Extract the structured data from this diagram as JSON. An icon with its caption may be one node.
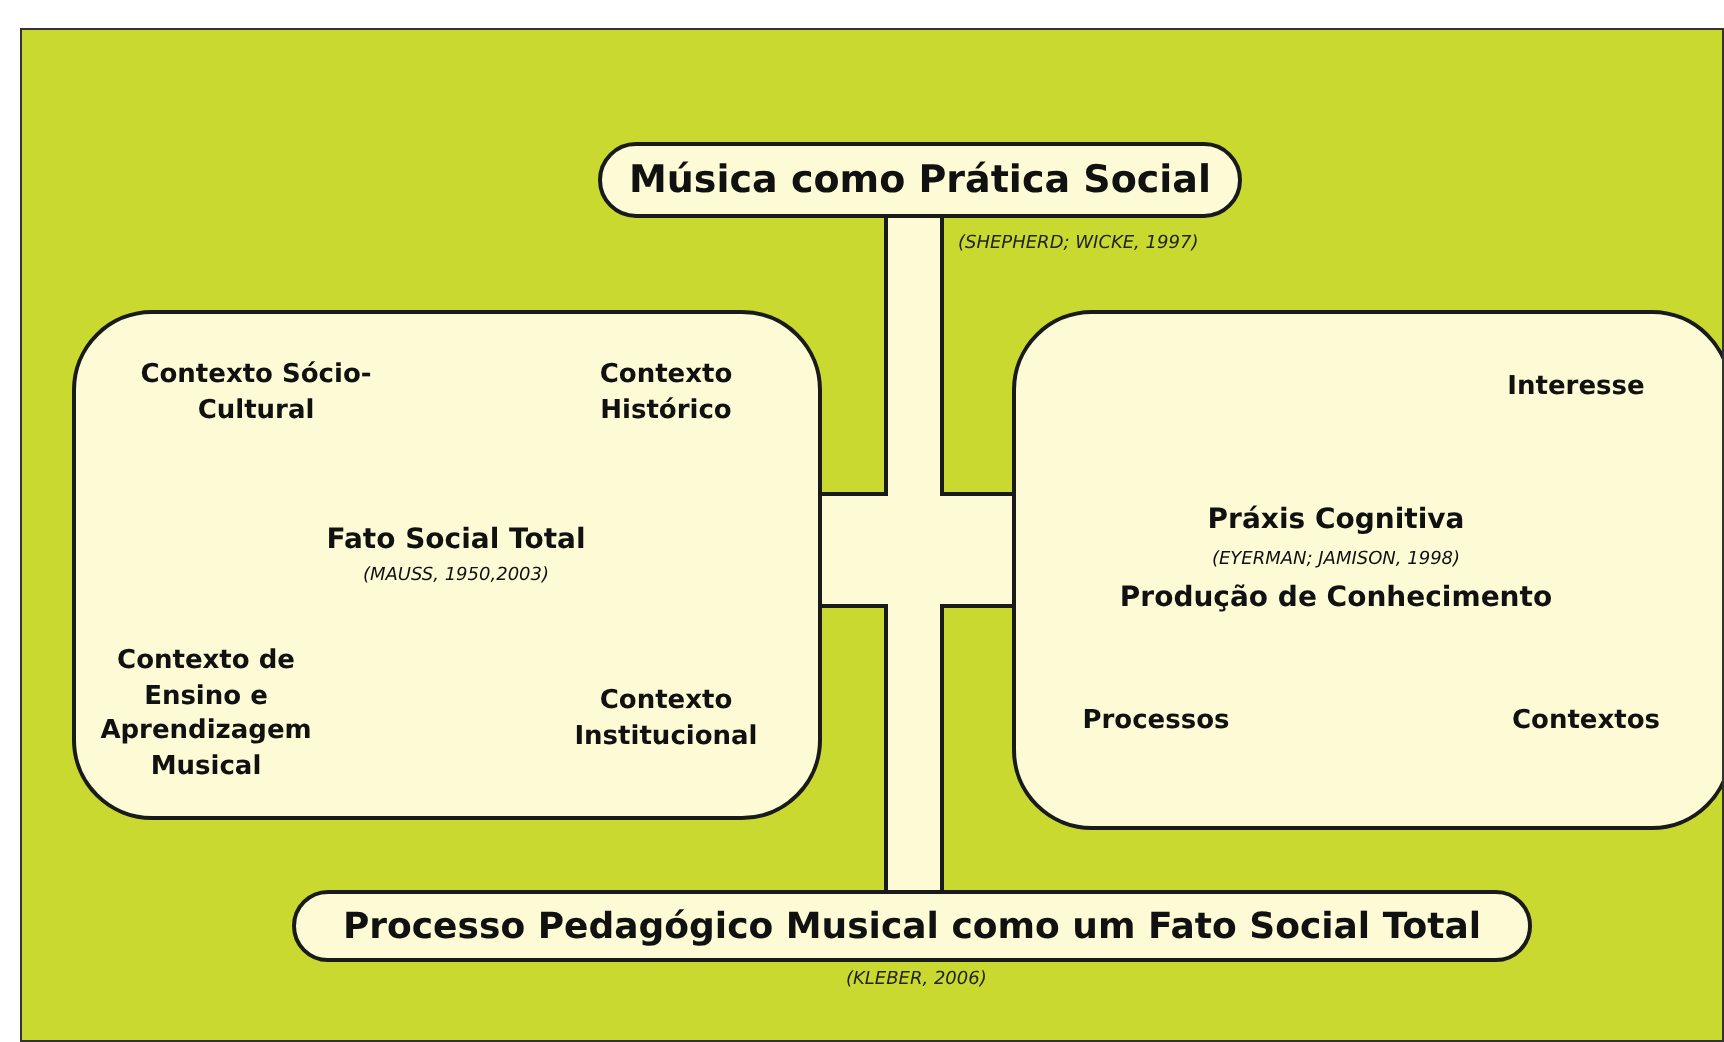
{
  "diagram": {
    "nodes": [
      {
        "text": [
          "Música como Prática Social"
        ],
        "beside": [
          "(SHEPHERD; WICKE, 1997)"
        ]
      },
      {
        "text": [
          "Fato Social Total",
          "(MAUSS, 1950,2003)"
        ]
      },
      {
        "text": [
          "Contexto Sócio-Cultural"
        ],
        "in": 1
      },
      {
        "text": [
          "Contexto Histórico"
        ],
        "in": 1
      },
      {
        "text": [
          "Contexto de Ensino e Aprendizagem Musical"
        ],
        "in": 1
      },
      {
        "text": [
          "Contexto Institucional"
        ],
        "in": 1
      },
      {
        "text": [
          "Práxis Cognitiva",
          "(EYERMAN; JAMISON, 1998)",
          "Produção de Conhecimento"
        ]
      },
      {
        "text": [
          "Interesse"
        ],
        "in": 6
      },
      {
        "text": [
          "Processos"
        ],
        "in": 6
      },
      {
        "text": [
          "Contextos"
        ],
        "in": 6
      },
      {
        "text": [
          "Processo Pedagógico Musical como um Fato Social Total"
        ],
        "beside": [
          "(KLEBER, 2006)"
        ]
      }
    ]
  }
}
